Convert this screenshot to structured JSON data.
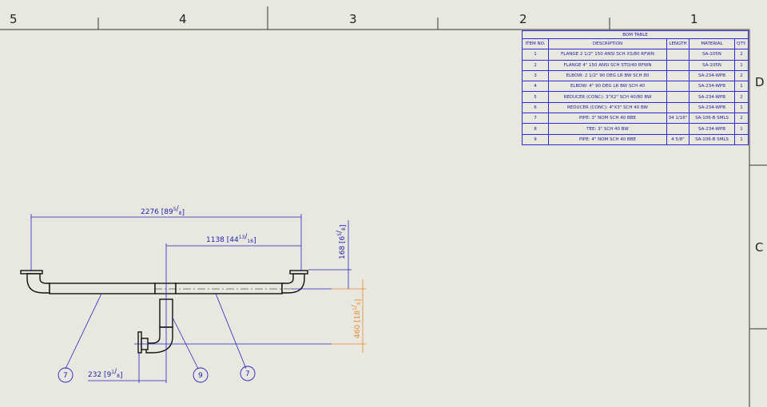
{
  "zones_top": [
    "5",
    "4",
    "3",
    "2",
    "1"
  ],
  "zones_right": [
    "D",
    "C"
  ],
  "bom": {
    "title": "BOM TABLE",
    "headers": [
      "ITEM NO.",
      "DESCRIPTION",
      "LENGTH",
      "MATERIAL",
      "QTY."
    ],
    "rows": [
      [
        "1",
        "FLANGE 2 1/2\" 150 ANSI SCH XS/80 RFWN",
        "",
        "SA-105N",
        "2"
      ],
      [
        "2",
        "FLANGE 4\" 150 ANSI SCH STD/40 RFWN",
        "",
        "SA-105N",
        "1"
      ],
      [
        "3",
        "ELBOW: 2 1/2\" 90 DEG LR BW SCH 80",
        "",
        "SA-234-WPB",
        "2"
      ],
      [
        "4",
        "ELBOW: 4\" 90 DEG LR BW SCH 40",
        "",
        "SA-234-WPB",
        "1"
      ],
      [
        "5",
        "REDUCER (CONC): 3\"X2\" SCH 40/80 BW",
        "",
        "SA-234-WPB",
        "2"
      ],
      [
        "6",
        "REDUCER (CONC): 4\"X3\" SCH 40 BW",
        "",
        "SA-234-WPB",
        "1"
      ],
      [
        "7",
        "PIPE: 3\" NOM SCH 40 BBE",
        "34 1/16\"",
        "SA-106-B SMLS",
        "2"
      ],
      [
        "8",
        "TEE: 3\" SCH 40 BW",
        "",
        "SA-234-WPB",
        "1"
      ],
      [
        "9",
        "PIPE: 4\" NOM SCH 40 BBE",
        "4 5/8\"",
        "SA-106-B SMLS",
        "1"
      ]
    ]
  },
  "dimensions": {
    "overall": {
      "mm": "2276",
      "inch_whole": "89",
      "num": "5",
      "den": "8"
    },
    "half": {
      "mm": "1138",
      "inch_whole": "44",
      "num": "13",
      "den": "16"
    },
    "rise": {
      "mm": "168",
      "inch_whole": "6",
      "num": "5",
      "den": "8"
    },
    "drop": {
      "mm": "460",
      "inch_whole": "18",
      "num": "1",
      "den": "8"
    },
    "offset": {
      "mm": "232",
      "inch_whole": "9",
      "num": "1",
      "den": "8"
    }
  },
  "balloons": [
    "7",
    "9",
    "7"
  ],
  "colors": {
    "line": "#2222c0",
    "orange": "#e08a2a",
    "bg": "#e9e8e0"
  }
}
